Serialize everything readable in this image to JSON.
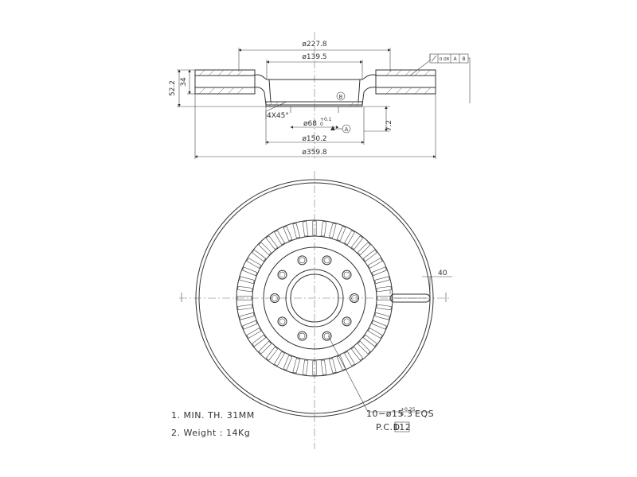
{
  "side_view": {
    "dim_outer_hat": "ø227.8",
    "dim_inner_hat": "ø139.5",
    "dim_total_height": "52.2",
    "dim_rotor_height": "34",
    "dim_center_bore": "ø68",
    "dim_center_bore_tol_upper": "+0.1",
    "dim_center_bore_tol_lower": "0",
    "dim_chamfer": "4X45°",
    "dim_hub_face": "7.2",
    "dim_hub_dia": "ø150.2",
    "dim_disc_dia": "ø359.8",
    "datum_a": "A",
    "datum_b": "B",
    "gdt_tolerance": "0.08",
    "gdt_ref_a": "A",
    "gdt_ref_b": "B"
  },
  "front_view": {
    "dim_groove": "40",
    "vent_count": 48,
    "bolt_count": 10
  },
  "callout": {
    "holes_prefix": "10−ø15.3",
    "holes_tol_upper": "+0.25",
    "holes_tol_lower": "0",
    "holes_suffix": "EQS",
    "pcd_label": "P.C.D",
    "pcd_value": "112"
  },
  "notes": {
    "line1": "1. MIN. TH. 31MM",
    "line2": "2. Weight : 14Kg"
  }
}
